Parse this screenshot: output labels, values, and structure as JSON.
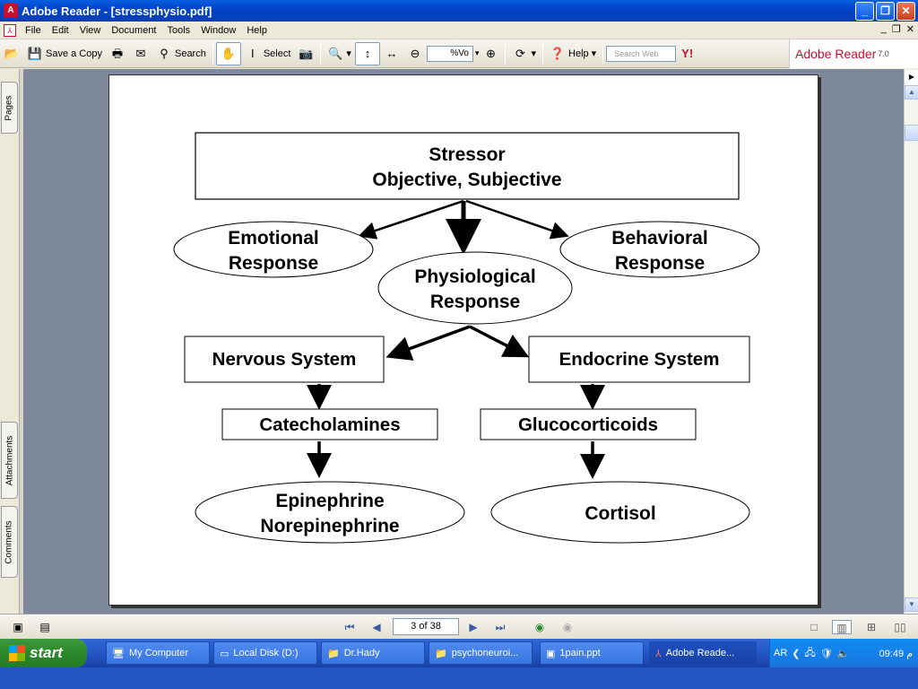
{
  "window": {
    "title": "Adobe Reader - [stressphysio.pdf]",
    "app_icon": "adobe-reader-icon"
  },
  "menu": {
    "items": [
      "File",
      "Edit",
      "View",
      "Document",
      "Tools",
      "Window",
      "Help"
    ]
  },
  "toolbar": {
    "save_copy": "Save a Copy",
    "search": "Search",
    "select": "Select",
    "zoom_value": "%Vo",
    "help": "Help",
    "search_web_placeholder": "Search Web",
    "brand_name": "Adobe Reader",
    "brand_version": "7.0"
  },
  "side_tabs": {
    "pages": "Pages",
    "attachments": "Attachments",
    "comments": "Comments"
  },
  "document": {
    "stressor_line1": "Stressor",
    "stressor_line2": "Objective, Subjective",
    "emotional_line1": "Emotional",
    "emotional_line2": "Response",
    "behavioral_line1": "Behavioral",
    "behavioral_line2": "Response",
    "physiological_line1": "Physiological",
    "physiological_line2": "Response",
    "nervous": "Nervous System",
    "endocrine": "Endocrine System",
    "catecholamines": "Catecholamines",
    "glucocorticoids": "Glucocorticoids",
    "epinephrine": "Epinephrine",
    "norepinephrine": "Norepinephrine",
    "cortisol": "Cortisol"
  },
  "navigation": {
    "page_indicator": "3 of 38"
  },
  "taskbar": {
    "start": "start",
    "tasks": [
      "My Computer",
      "Local Disk (D:)",
      "Dr.Hady",
      "psychoneuroi...",
      "1pain.ppt",
      "Adobe Reade..."
    ],
    "language": "AR",
    "clock": "09:49 م"
  },
  "colors": {
    "titlebar": "#0043c8",
    "taskbar": "#2456c6",
    "start_button": "#2b8a2b",
    "doc_background": "#7e8a9c"
  }
}
